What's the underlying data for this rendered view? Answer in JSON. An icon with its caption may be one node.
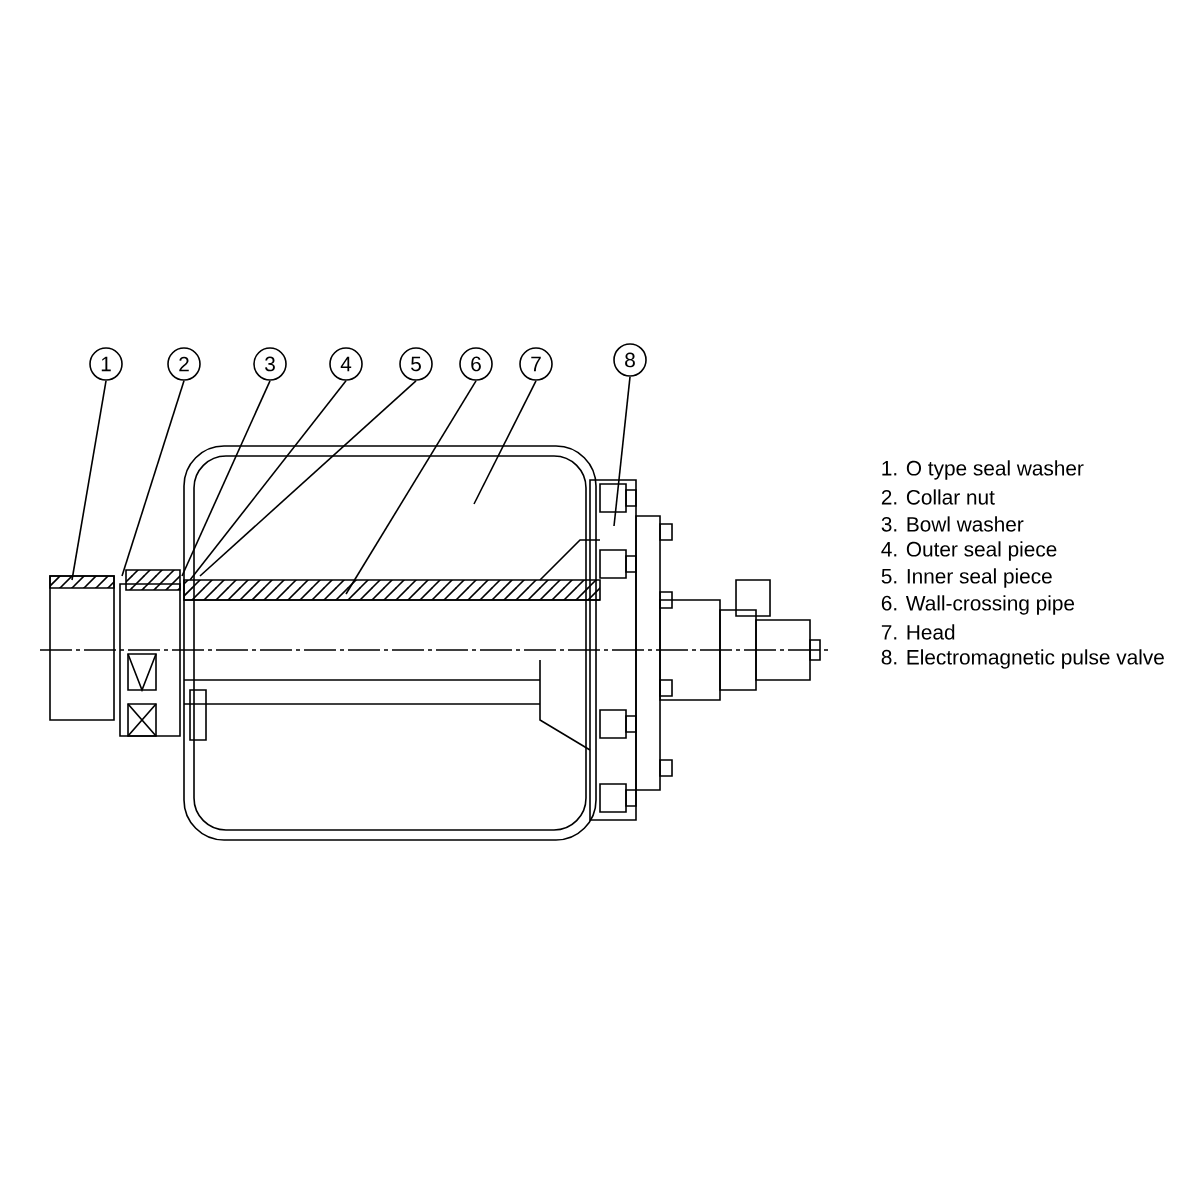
{
  "diagram": {
    "nodes": [
      {
        "text": [
          "1"
        ]
      },
      {
        "text": [
          "2"
        ]
      },
      {
        "text": [
          "3"
        ]
      },
      {
        "text": [
          "4"
        ]
      },
      {
        "text": [
          "5"
        ]
      },
      {
        "text": [
          "6"
        ]
      },
      {
        "text": [
          "7"
        ]
      },
      {
        "text": [
          "8"
        ]
      }
    ],
    "edges": [
      {
        "from": 0,
        "to": null,
        "arrow": "none"
      },
      {
        "from": 1,
        "to": null,
        "arrow": "none"
      },
      {
        "from": 2,
        "to": null,
        "arrow": "none"
      },
      {
        "from": 3,
        "to": null,
        "arrow": "none"
      },
      {
        "from": 4,
        "to": null,
        "arrow": "none"
      },
      {
        "from": 5,
        "to": null,
        "arrow": "none"
      },
      {
        "from": 6,
        "to": null,
        "arrow": "none"
      },
      {
        "from": 7,
        "to": null,
        "arrow": "none"
      }
    ],
    "labels": [
      "1. O type seal washer",
      "2. Collar nut",
      "3. Bowl washer",
      "4. Outer seal piece",
      "5. Inner seal piece",
      "6. Wall-crossing pipe",
      "7. Head",
      "8. Electromagnetic pulse valve"
    ]
  }
}
